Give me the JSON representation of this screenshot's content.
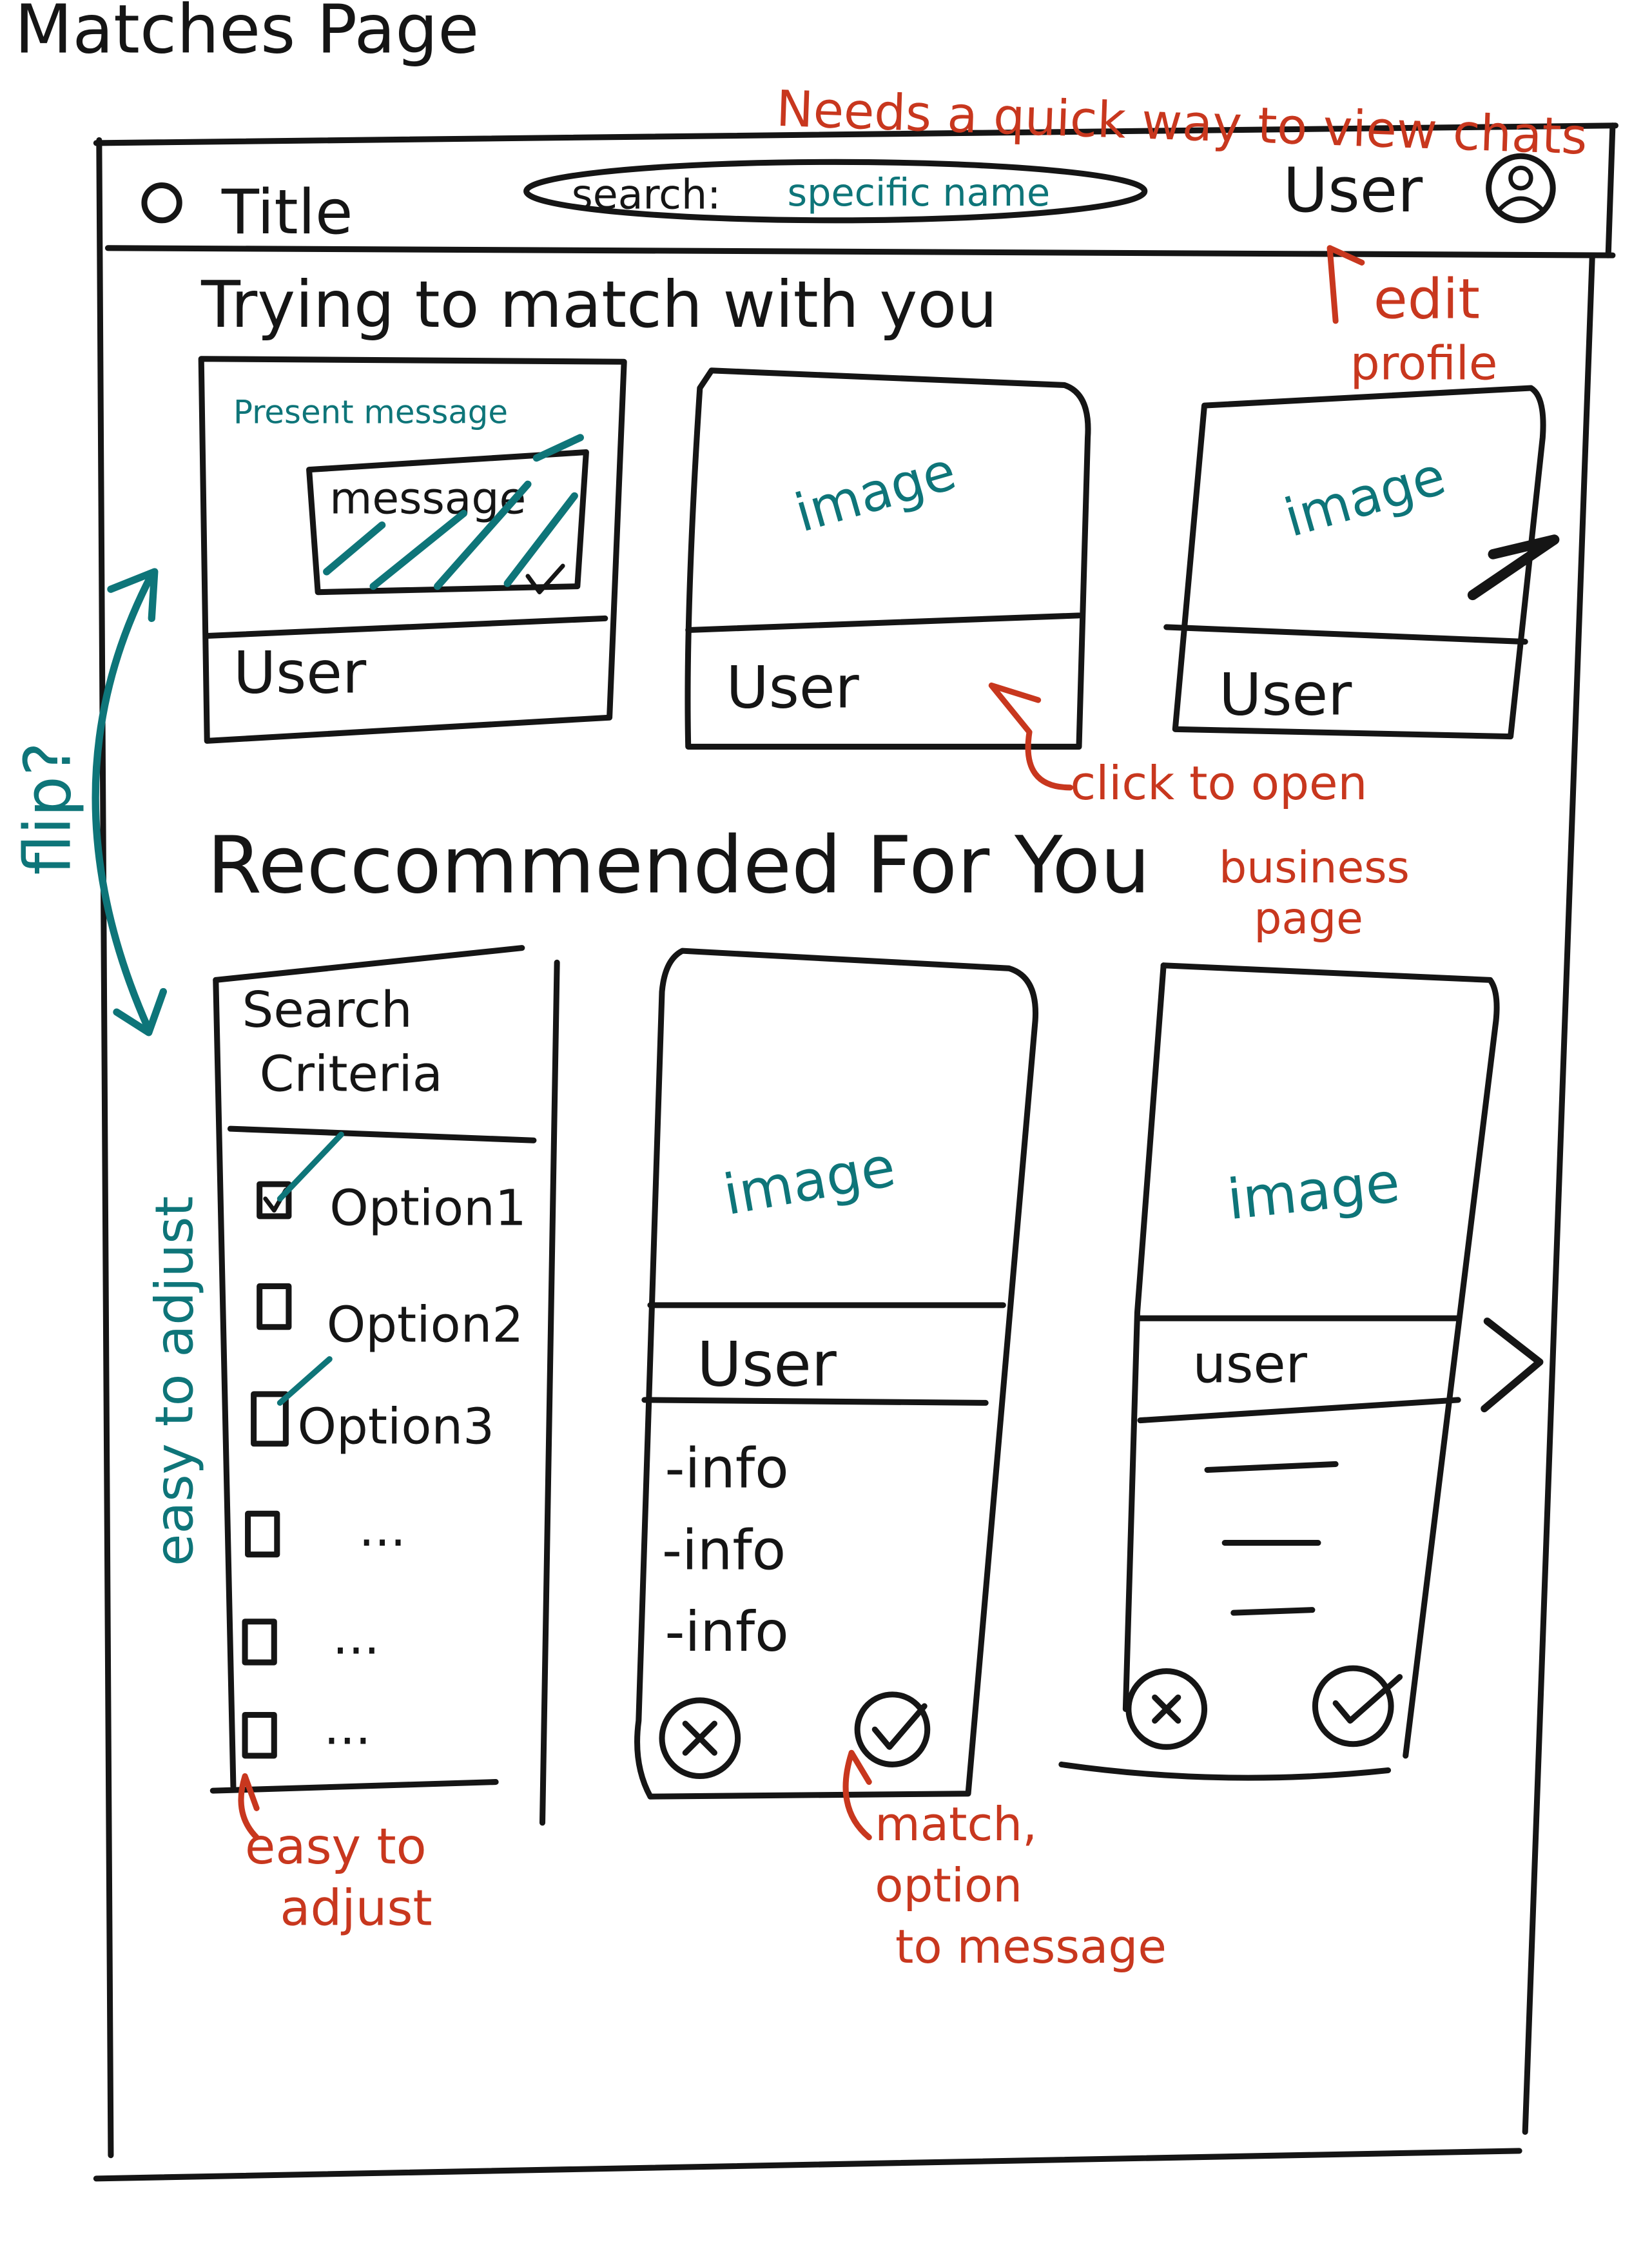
{
  "page_heading": "Matches Page",
  "header": {
    "title": "Title",
    "search_label": "search:",
    "search_value": "specific name",
    "user_label": "User"
  },
  "section_matching": {
    "heading": "Trying to match with you",
    "cards": [
      {
        "image": "message",
        "user": "User",
        "overlay_label": "Present message"
      },
      {
        "image": "image",
        "user": "User"
      },
      {
        "image": "image",
        "user": "User"
      }
    ]
  },
  "section_recommended": {
    "heading": "Reccommended For You",
    "criteria": {
      "title_line1": "Search",
      "title_line2": "Criteria",
      "options": [
        "Option1",
        "Option2",
        "Option3",
        "...",
        "...",
        "..."
      ]
    },
    "cards": [
      {
        "image": "image",
        "user": "User",
        "info": [
          "-info",
          "-info",
          "-info"
        ]
      },
      {
        "image": "image",
        "user": "user"
      }
    ]
  },
  "annotations": {
    "quick_chats": "Needs a quick way to view chats",
    "edit_profile_1": "edit",
    "edit_profile_2": "profile",
    "click_open_1": "click to open",
    "click_open_2": "business",
    "click_open_3": "page",
    "flip": "flip?",
    "easy_adjust_side": "easy to adjust",
    "easy_adjust_1": "easy to",
    "easy_adjust_2": "adjust",
    "match_1": "match,",
    "match_2": "option",
    "match_3": "to message"
  },
  "colors": {
    "ink": "#151515",
    "teal": "#0e7579",
    "red": "#c8371e"
  },
  "icons": [
    "title-circle-icon",
    "user-avatar-icon",
    "next-arrow-icon",
    "reject-x-icon",
    "accept-check-icon",
    "checkbox-icon"
  ]
}
